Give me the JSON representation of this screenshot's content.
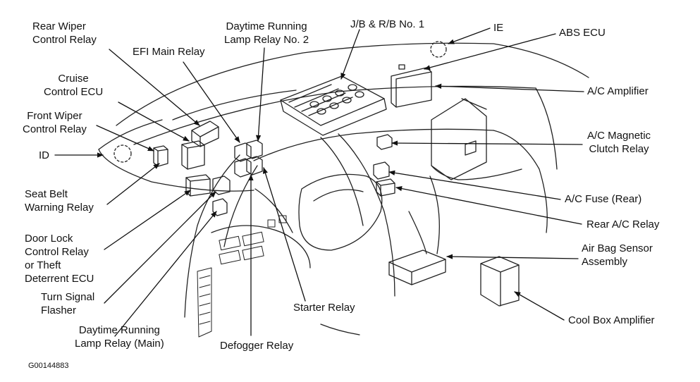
{
  "labels": {
    "rear_wiper": [
      "Rear Wiper",
      "Control Relay"
    ],
    "drl2": [
      "Daytime Running",
      "Lamp Relay No. 2"
    ],
    "jb": [
      "J/B & R/B No. 1"
    ],
    "ie": [
      "IE"
    ],
    "abs": [
      "ABS ECU"
    ],
    "efi": [
      "EFI Main Relay"
    ],
    "cruise": [
      "Cruise",
      "Control ECU"
    ],
    "ac_amp": [
      "A/C Amplifier"
    ],
    "front_wiper": [
      "Front Wiper",
      "Control Relay"
    ],
    "ac_mag": [
      "A/C Magnetic",
      "Clutch Relay"
    ],
    "id": [
      "ID"
    ],
    "seat_belt": [
      "Seat Belt",
      "Warning Relay"
    ],
    "ac_fuse": [
      "A/C Fuse (Rear)"
    ],
    "rear_ac": [
      "Rear A/C Relay"
    ],
    "door_lock": [
      "Door Lock",
      "Control Relay",
      "or Theft",
      "Deterrent ECU"
    ],
    "airbag": [
      "Air Bag Sensor",
      "Assembly"
    ],
    "turn": [
      "Turn Signal",
      "Flasher"
    ],
    "starter": [
      "Starter Relay"
    ],
    "cool_box": [
      "Cool Box Amplifier"
    ],
    "drl_main": [
      "Daytime Running",
      "Lamp Relay (Main)"
    ],
    "defogger": [
      "Defogger Relay"
    ]
  },
  "figure_code": "G00144883"
}
